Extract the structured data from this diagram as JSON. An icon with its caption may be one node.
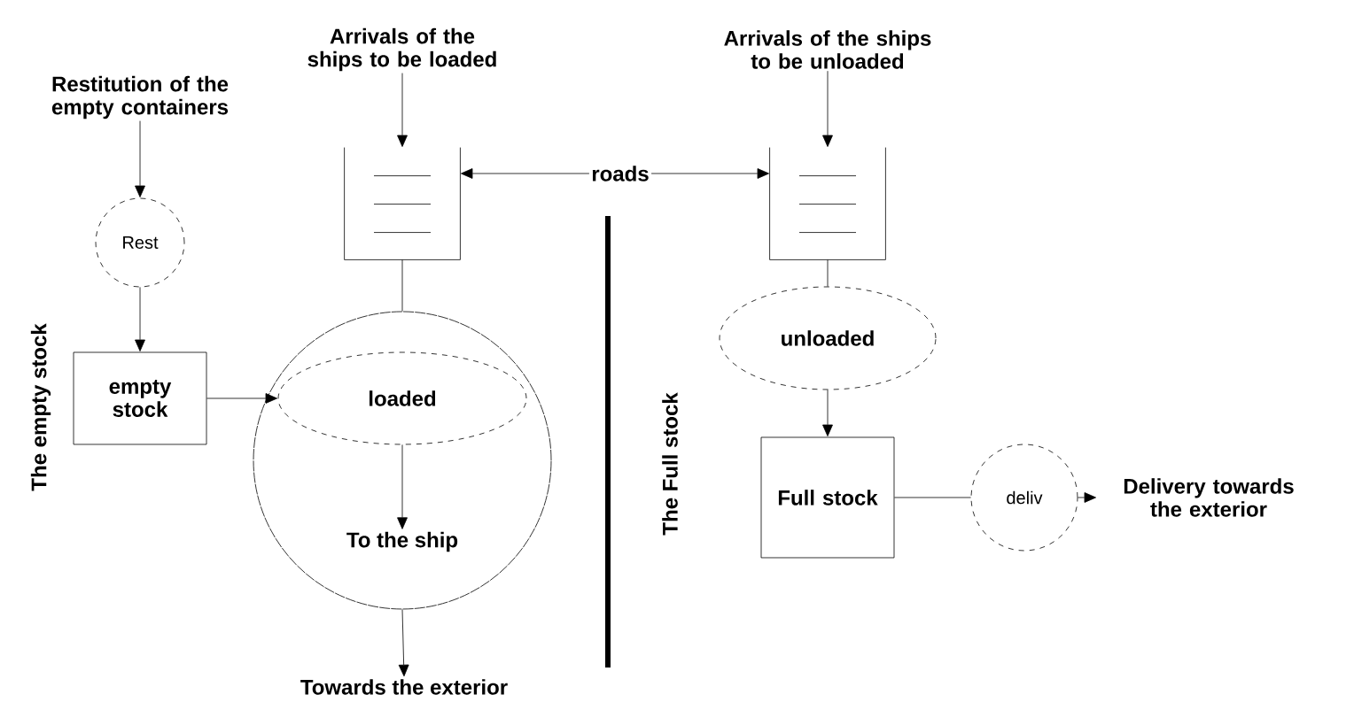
{
  "diagram": {
    "nodes": [
      {
        "text": [
          "Restitution of the empty containers"
        ]
      },
      {
        "text": [
          "Rest"
        ]
      },
      {
        "text": [
          "empty stock"
        ]
      },
      {
        "text": [
          "Arrivals of the ships to be loaded"
        ]
      },
      {
        "text": [],
        "shape": "queue"
      },
      {
        "text": [],
        "shape": "circle"
      },
      {
        "text": [
          "loaded"
        ],
        "in": 5
      },
      {
        "text": [
          "To the ship"
        ],
        "in": 5
      },
      {
        "text": [
          "Towards the exterior"
        ]
      },
      {
        "text": [
          "roads"
        ]
      },
      {
        "text": [
          "Arrivals of the ships to be unloaded"
        ]
      },
      {
        "text": [],
        "shape": "queue"
      },
      {
        "text": [
          "unloaded"
        ]
      },
      {
        "text": [
          "Full stock"
        ]
      },
      {
        "text": [
          "deliv"
        ]
      },
      {
        "text": [
          "Delivery towards the exterior"
        ]
      }
    ],
    "edges": [
      {
        "from": 0,
        "to": 1,
        "arrow": "to"
      },
      {
        "from": 1,
        "to": 2,
        "arrow": "to"
      },
      {
        "from": 2,
        "to": 6,
        "arrow": "to"
      },
      {
        "from": 3,
        "to": 4,
        "arrow": "to"
      },
      {
        "from": 4,
        "to": 5,
        "arrow": "none"
      },
      {
        "from": 6,
        "to": 7,
        "arrow": "to"
      },
      {
        "from": 5,
        "to": 8,
        "arrow": "to"
      },
      {
        "from": 9,
        "to": 4,
        "arrow": "to"
      },
      {
        "from": 9,
        "to": 11,
        "arrow": "to"
      },
      {
        "from": 10,
        "to": 11,
        "arrow": "to"
      },
      {
        "from": 11,
        "to": 12,
        "arrow": "none"
      },
      {
        "from": 12,
        "to": 13,
        "arrow": "to"
      },
      {
        "from": 13,
        "to": 14,
        "arrow": "none"
      },
      {
        "from": 14,
        "to": 15,
        "arrow": "to"
      }
    ],
    "labels": [
      "The empty stock",
      "The Full stock"
    ]
  }
}
